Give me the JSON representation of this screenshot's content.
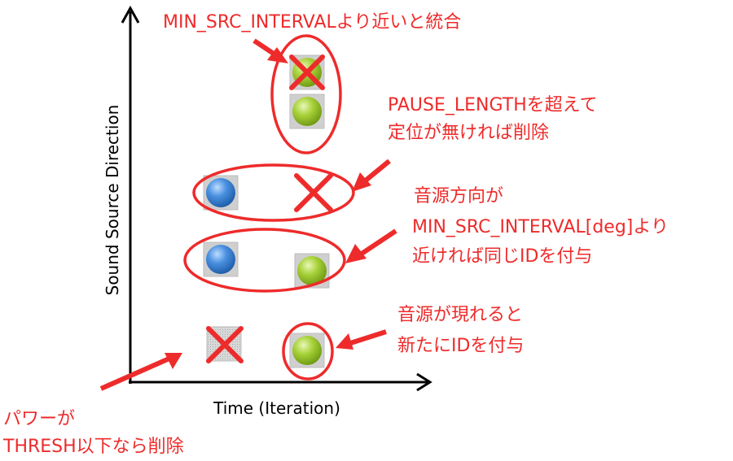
{
  "axes": {
    "x_label": "Time (Iteration)",
    "y_label": "Sound Source Direction"
  },
  "annotations": {
    "merge": "MIN_SRC_INTERVALより近いと統合",
    "pause_line1": "PAUSE_LENGTHを超えて",
    "pause_line2": "定位が無ければ削除",
    "sameid_line1": "音源方向が",
    "sameid_line2": "MIN_SRC_INTERVAL[deg]より",
    "sameid_line3": "近ければ同じIDを付与",
    "newid_line1": "音源が現れると",
    "newid_line2": "新たにIDを付与",
    "power_line1": "パワーが",
    "power_line2": "THRESH以下なら削除"
  },
  "colors": {
    "annotation": "#ee2b2b",
    "axis": "#000000",
    "green_source": "#9ccc2e",
    "blue_source": "#3d86d6"
  },
  "icons": {
    "green_source": "green-sphere-icon",
    "blue_source": "blue-sphere-icon",
    "delete_mark": "red-cross-icon"
  }
}
